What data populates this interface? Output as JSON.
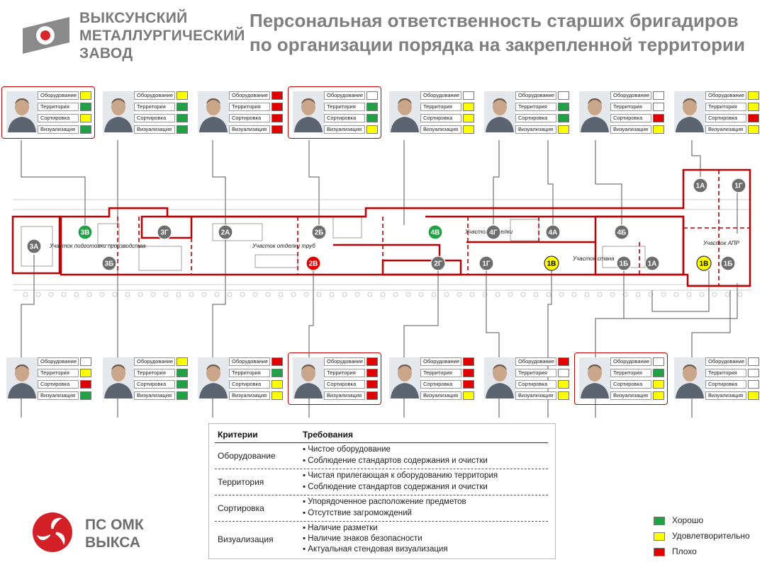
{
  "company": {
    "line1": "ВЫКСУНСКИЙ",
    "line2": "МЕТАЛЛУРГИЧЕСКИЙ",
    "line3": "ЗАВОД"
  },
  "title": "Персональная ответственность старших бригадиров по организации порядка на закрепленной территории",
  "status_colors": {
    "good": "#21a045",
    "ok": "#ffff00",
    "bad": "#e00000",
    "none": "#ffffff"
  },
  "criteria_labels": [
    "Оборудование",
    "Территория",
    "Сортировка",
    "Визуализация"
  ],
  "foremen": [
    {
      "statuses": [
        "ok",
        "good",
        "ok",
        "good"
      ],
      "highlighted": true
    },
    {
      "statuses": [
        "ok",
        "good",
        "good",
        "good"
      ],
      "highlighted": false
    },
    {
      "statuses": [
        "bad",
        "bad",
        "bad",
        "bad"
      ],
      "highlighted": false
    },
    {
      "statuses": [
        "none",
        "good",
        "good",
        "ok"
      ],
      "highlighted": true
    },
    {
      "statuses": [
        "none",
        "ok",
        "ok",
        "ok"
      ],
      "highlighted": false
    },
    {
      "statuses": [
        "none",
        "good",
        "good",
        "ok"
      ],
      "highlighted": false
    },
    {
      "statuses": [
        "none",
        "none",
        "bad",
        "ok"
      ],
      "highlighted": false
    },
    {
      "statuses": [
        "ok",
        "ok",
        "bad",
        "ok"
      ],
      "highlighted": false
    },
    {
      "statuses": [
        "none",
        "ok",
        "bad",
        "good"
      ],
      "highlighted": false
    },
    {
      "statuses": [
        "ok",
        "good",
        "good",
        "good"
      ],
      "highlighted": false
    },
    {
      "statuses": [
        "bad",
        "good",
        "ok",
        "ok"
      ],
      "highlighted": false
    },
    {
      "statuses": [
        "bad",
        "bad",
        "bad",
        "bad"
      ],
      "highlighted": true
    },
    {
      "statuses": [
        "bad",
        "bad",
        "bad",
        "ok"
      ],
      "highlighted": false
    },
    {
      "statuses": [
        "bad",
        "none",
        "ok",
        "ok"
      ],
      "highlighted": false
    },
    {
      "statuses": [
        "none",
        "good",
        "ok",
        "ok"
      ],
      "highlighted": true
    },
    {
      "statuses": [
        "none",
        "none",
        "none",
        "ok"
      ],
      "highlighted": false
    }
  ],
  "plan": {
    "markers": [
      {
        "label": "3В",
        "status": "good"
      },
      {
        "label": "3Г",
        "status": "grey"
      },
      {
        "label": "2А",
        "status": "grey"
      },
      {
        "label": "2Б",
        "status": "grey"
      },
      {
        "label": "4В",
        "status": "good"
      },
      {
        "label": "4Г",
        "status": "grey"
      },
      {
        "label": "4А",
        "status": "grey"
      },
      {
        "label": "4Б",
        "status": "grey"
      },
      {
        "label": "1А",
        "status": "grey"
      },
      {
        "label": "1Г",
        "status": "grey"
      },
      {
        "label": "3А",
        "status": "grey"
      },
      {
        "label": "3Б",
        "status": "grey"
      },
      {
        "label": "2В",
        "status": "bad"
      },
      {
        "label": "2Г",
        "status": "grey"
      },
      {
        "label": "1Г",
        "status": "grey"
      },
      {
        "label": "1В",
        "status": "ok"
      },
      {
        "label": "1Б",
        "status": "grey"
      },
      {
        "label": "1А",
        "status": "grey"
      },
      {
        "label": "1В",
        "status": "ok"
      },
      {
        "label": "1Б",
        "status": "grey"
      }
    ],
    "area_labels": [
      "Участок подготовки производства",
      "Участок отделки труб",
      "Участок отделки",
      "Участок стана",
      "Участок АПР"
    ]
  },
  "criteria_table": {
    "header_criteria": "Критерии",
    "header_requirements": "Требования",
    "rows": [
      {
        "criterion": "Оборудование",
        "requirements": [
          "▪ Чистое оборудование",
          "▪ Соблюдение стандартов содержания и очистки"
        ]
      },
      {
        "criterion": "Территория",
        "requirements": [
          "▪ Чистая прилегающая к оборудованию территория",
          "▪ Соблюдение стандартов содержания и очистки"
        ]
      },
      {
        "criterion": "Сортировка",
        "requirements": [
          "▪ Упорядоченное расположение предметов",
          "▪ Отсутствие загромождений"
        ]
      },
      {
        "criterion": "Визуализация",
        "requirements": [
          "▪ Наличие разметки",
          "▪ Наличие знаков безопасности",
          "▪ Актуальная стендовая визуализация"
        ]
      }
    ]
  },
  "bottom_logo": {
    "line1": "ПС ОМК",
    "line2": "ВЫКСА"
  },
  "legend": [
    {
      "label": "Хорошо",
      "status": "good"
    },
    {
      "label": "Удовлетворительно",
      "status": "ok"
    },
    {
      "label": "Плохо",
      "status": "bad"
    }
  ]
}
